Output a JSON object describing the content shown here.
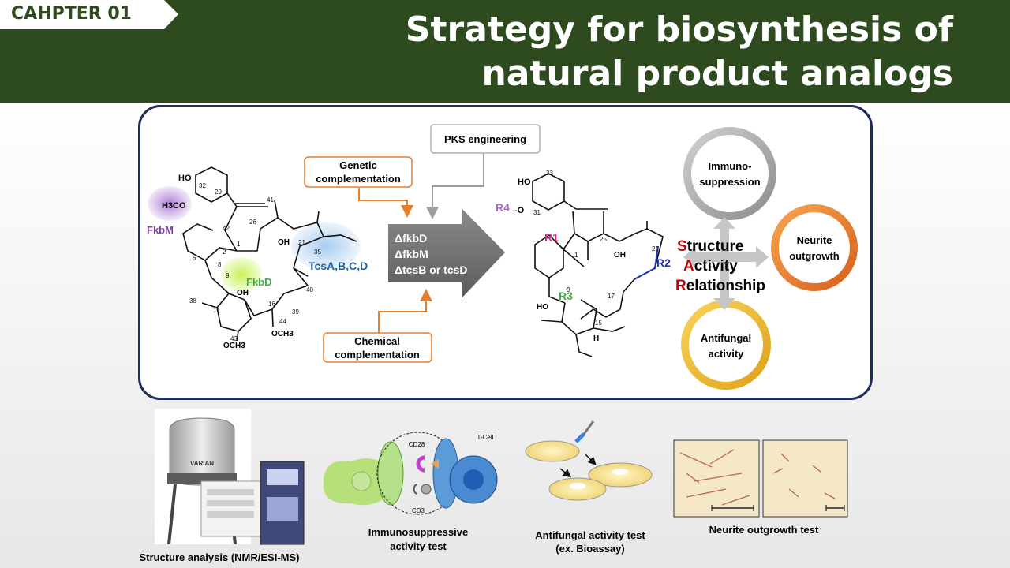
{
  "header": {
    "chapter": "CAHPTER 01",
    "title_line1": "Strategy for biosynthesis of",
    "title_line2": "natural product analogs"
  },
  "strategy": {
    "pks_box": "PKS engineering",
    "genetic_line1": "Genetic",
    "genetic_line2": "complementation",
    "chemical_line1": "Chemical",
    "chemical_line2": "complementation",
    "arrow_lines": [
      "ΔfkbD",
      "ΔfkbM",
      "ΔtcsB or tcsD"
    ]
  },
  "left_molecule": {
    "enzyme_fkbm": "FkbM",
    "enzyme_fkbd": "FkbD",
    "enzyme_tcs": "TcsA,B,C,D",
    "group_h3co": "H3CO",
    "group_ho": "HO",
    "group_oh": "OH",
    "group_och3": "OCH3",
    "numbers": [
      "32",
      "29",
      "41",
      "26",
      "42",
      "21",
      "35",
      "40",
      "2",
      "1",
      "6",
      "8",
      "38",
      "11",
      "16",
      "39",
      "43",
      "44",
      "9"
    ]
  },
  "right_molecule": {
    "r1": "R1",
    "r2": "R2",
    "r3": "R3",
    "r4": "R4",
    "numbers": [
      "33",
      "31",
      "25",
      "21",
      "1",
      "9",
      "17",
      "15"
    ],
    "group_ho": "HO",
    "group_oh": "OH",
    "group_h": "H"
  },
  "sar": {
    "immuno": "Immuno-suppression",
    "neurite": "Neurite outgrowth",
    "antifungal": "Antifungal activity",
    "s_initial": "S",
    "s_rest": "tructure",
    "a_initial": "A",
    "a_rest": "ctivity",
    "r_initial": "R",
    "r_rest": "elationship"
  },
  "bottom": {
    "nmr_caption": "Structure analysis (NMR/ESI-MS)",
    "nmr_brand": "VARIAN",
    "immuno_caption_1": "Immunosuppressive",
    "immuno_caption_2": "activity test",
    "immuno_labels": [
      "CD28",
      "T-Cell",
      "CD3"
    ],
    "antifungal_caption_1": "Antifungal activity test",
    "antifungal_caption_2": "(ex. Bioassay)",
    "neurite_caption": "Neurite outgrowth test"
  },
  "colors": {
    "header_green": "#2e4a1f",
    "panel_border": "#1f2d5a",
    "fkbm_purple": "#7b3fa0",
    "fkbd_green": "#3cb043",
    "tcs_blue": "#1e5fa8",
    "sar_red": "#c00000",
    "orange": "#e87d2b",
    "gold": "#f0b323",
    "grey": "#9e9e9e"
  }
}
